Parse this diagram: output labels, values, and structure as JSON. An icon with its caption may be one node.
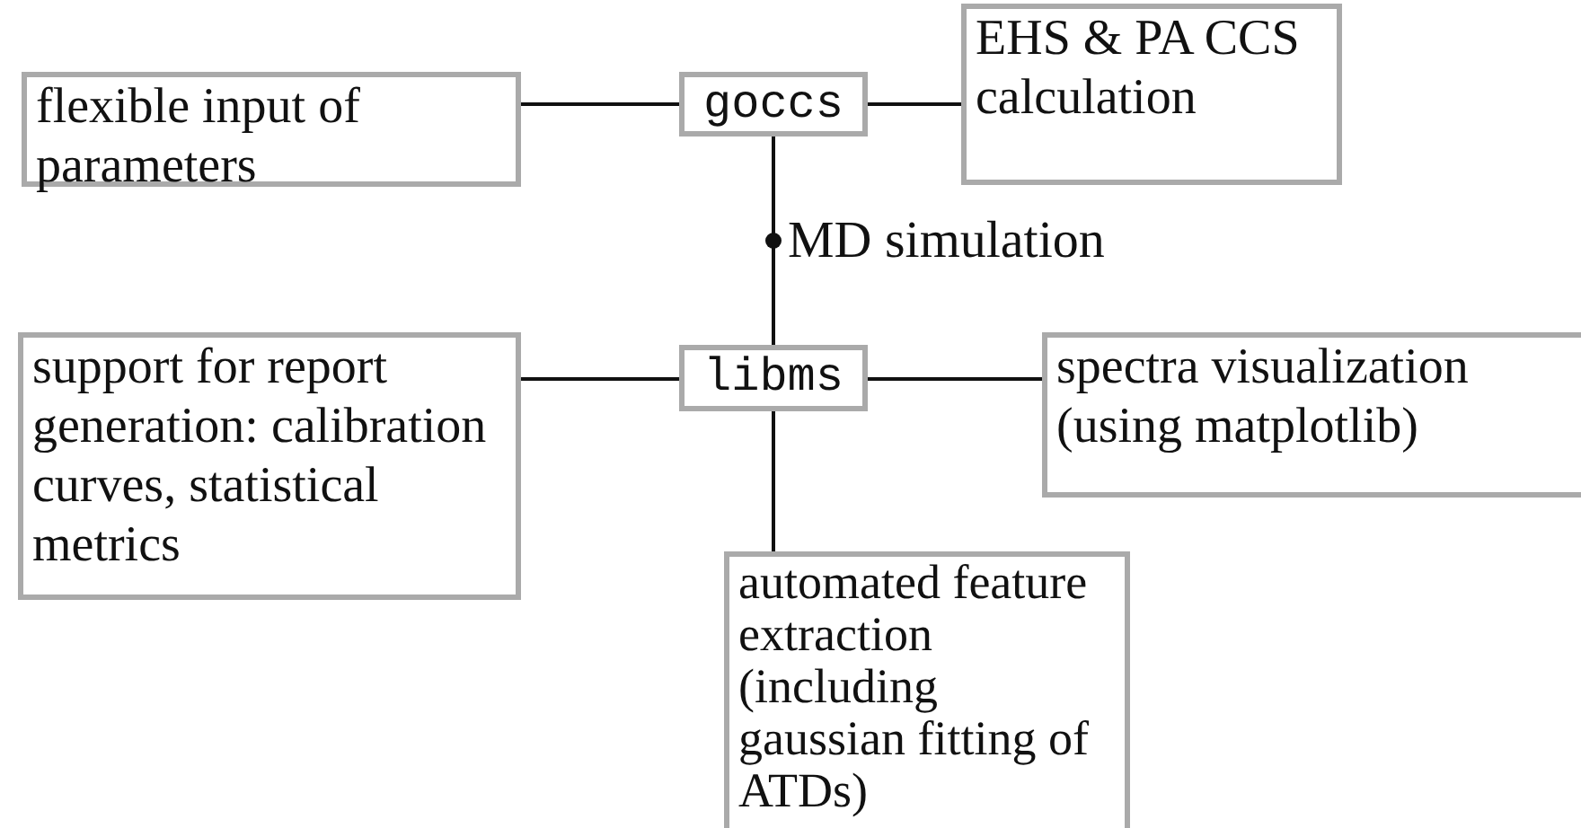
{
  "diagram": {
    "nodes": [
      {
        "text": [
          "flexible input of parameters"
        ]
      },
      {
        "text": [
          "goccs"
        ]
      },
      {
        "text": [
          "EHS & PA CCS calculation"
        ]
      },
      {
        "text": [
          "support for report generation: calibration curves, statistical metrics"
        ]
      },
      {
        "text": [
          "libms"
        ]
      },
      {
        "text": [
          "spectra visualization (using matplotlib)"
        ]
      },
      {
        "text": [
          "automated feature extraction (including gaussian fitting of ATDs)"
        ]
      }
    ],
    "edges": [
      {
        "from": 0,
        "to": 1,
        "arrow": "none"
      },
      {
        "from": 1,
        "to": 2,
        "arrow": "none"
      },
      {
        "from": 1,
        "to": 4,
        "arrow": "none",
        "label": "MD simulation"
      },
      {
        "from": 3,
        "to": 4,
        "arrow": "none"
      },
      {
        "from": 4,
        "to": 5,
        "arrow": "none"
      },
      {
        "from": 4,
        "to": 6,
        "arrow": "none"
      }
    ]
  }
}
